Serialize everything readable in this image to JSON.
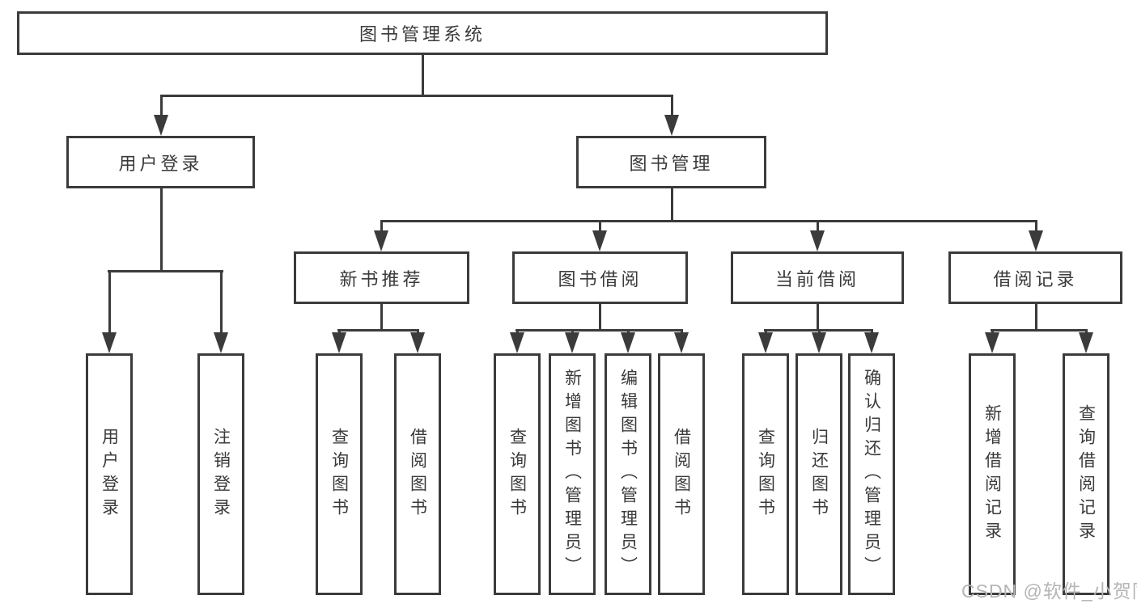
{
  "diagram": {
    "title": "图书管理系统",
    "branches": [
      {
        "label": "用户登录",
        "children": [
          {
            "label": "用户登录"
          },
          {
            "label": "注销登录"
          }
        ]
      },
      {
        "label": "图书管理",
        "children": [
          {
            "label": "新书推荐",
            "children": [
              {
                "label": "查询图书"
              },
              {
                "label": "借阅图书"
              }
            ]
          },
          {
            "label": "图书借阅",
            "children": [
              {
                "label": "查询图书"
              },
              {
                "label": "新增图书（管理员）"
              },
              {
                "label": "编辑图书（管理员）"
              },
              {
                "label": "借阅图书"
              }
            ]
          },
          {
            "label": "当前借阅",
            "children": [
              {
                "label": "查询图书"
              },
              {
                "label": "归还图书"
              },
              {
                "label": "确认归还（管理员）"
              }
            ]
          },
          {
            "label": "借阅记录",
            "children": [
              {
                "label": "新增借阅记录"
              },
              {
                "label": "查询借阅记录"
              }
            ]
          }
        ]
      }
    ]
  },
  "watermark": {
    "text": "CSDN @软件_小贺同学"
  },
  "colors": {
    "line": "#3b3b3b",
    "text": "#3a3a3a",
    "background": "#ffffff",
    "watermark": "#b5b5b5"
  }
}
